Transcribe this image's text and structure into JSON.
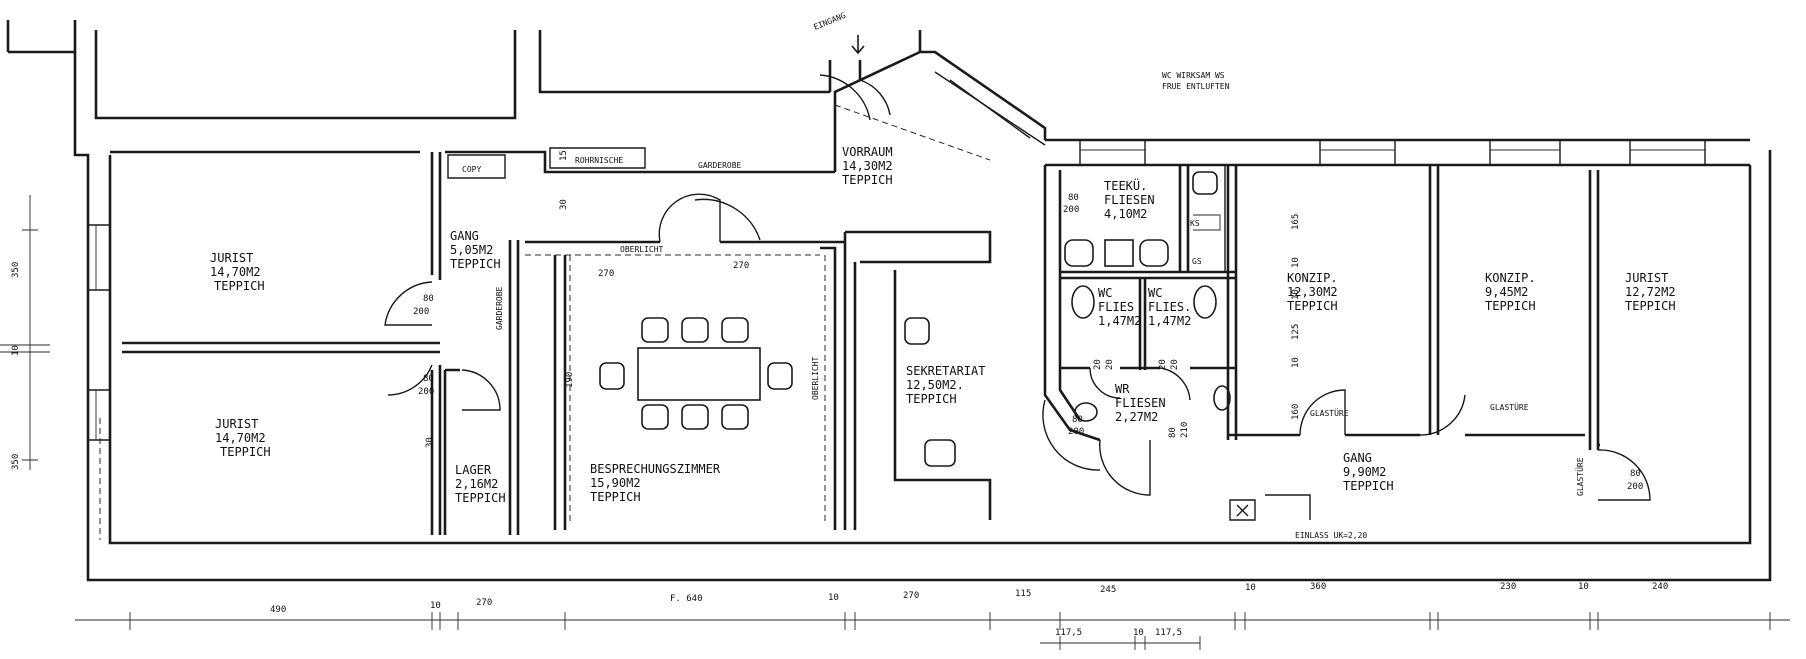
{
  "rooms": {
    "juristTopLeft": {
      "name": "JURIST",
      "area": "14,70M2",
      "floor": "TEPPICH"
    },
    "juristBottomLeft": {
      "name": "JURIST",
      "area": "14,70M2",
      "floor": "TEPPICH"
    },
    "gangLeft": {
      "name": "GANG",
      "area": "5,05M2",
      "floor": "TEPPICH"
    },
    "lager": {
      "name": "LAGER",
      "area": "2,16M2",
      "floor": "TEPPICH"
    },
    "vorraum": {
      "name": "VORRAUM",
      "area": "14,30M2",
      "floor": "TEPPICH"
    },
    "besprechung": {
      "name": "BESPRECHUNGSZIMMER",
      "area": "15,90M2",
      "floor": "TEPPICH"
    },
    "sekretariat": {
      "name": "SEKRETARIAT",
      "area": "12,50M2.",
      "floor": "TEPPICH"
    },
    "teekueche": {
      "name": "TEEKÜ.",
      "floor": "FLIESEN",
      "area": "4,10M2"
    },
    "wc1": {
      "name": "WC",
      "floor": "FLIES",
      "area": "1,47M2"
    },
    "wc2": {
      "name": "WC",
      "floor": "FLIES.",
      "area": "1,47M2"
    },
    "wr": {
      "name": "WR",
      "floor": "FLIESEN",
      "area": "2,27M2"
    },
    "konzip1": {
      "name": "KONZIP.",
      "area": "12,30M2",
      "floor": "TEPPICH"
    },
    "konzip2": {
      "name": "KONZIP.",
      "area": "9,45M2",
      "floor": "TEPPICH"
    },
    "juristRight": {
      "name": "JURIST",
      "area": "12,72M2",
      "floor": "TEPPICH"
    },
    "gangRight": {
      "name": "GANG",
      "area": "9,90M2",
      "floor": "TEPPICH"
    }
  },
  "labels": {
    "eingang": "EINGANG",
    "wcNote1": "WC WIRKSAM WS",
    "wcNote2": "FRUE ENTLUFTEN",
    "copy": "COPY",
    "rohrnische": "ROHRNISCHE",
    "garderobeTop": "GARDEROBE",
    "garderobeSide": "GARDEROBE",
    "oberlicht1": "OBERLICHT",
    "oberlicht2": "OBERLICHT",
    "glastuer1": "GLASTÜRE",
    "glastuer2": "GLASTÜRE",
    "glastuer3": "GLASTÜRE",
    "ks": "KS",
    "gs": "GS",
    "einlass": "EINLASS UK=2,20"
  },
  "dimensions": {
    "bottom": [
      "490",
      "10",
      "270",
      "F. 640",
      "10",
      "270",
      "115",
      "245",
      "10",
      "360",
      "230",
      "10",
      "240"
    ],
    "bottomSub": [
      "117,5",
      "10",
      "117,5"
    ],
    "left": [
      "350",
      "10",
      "350"
    ],
    "doors": [
      "80",
      "200",
      "80",
      "200",
      "80",
      "200",
      "80",
      "200"
    ],
    "inner": [
      "270",
      "270",
      "15",
      "30",
      "165",
      "10",
      "10",
      "125",
      "10",
      "160",
      "20",
      "20",
      "20",
      "20",
      "80",
      "200",
      "80",
      "210",
      "190",
      "30"
    ]
  }
}
